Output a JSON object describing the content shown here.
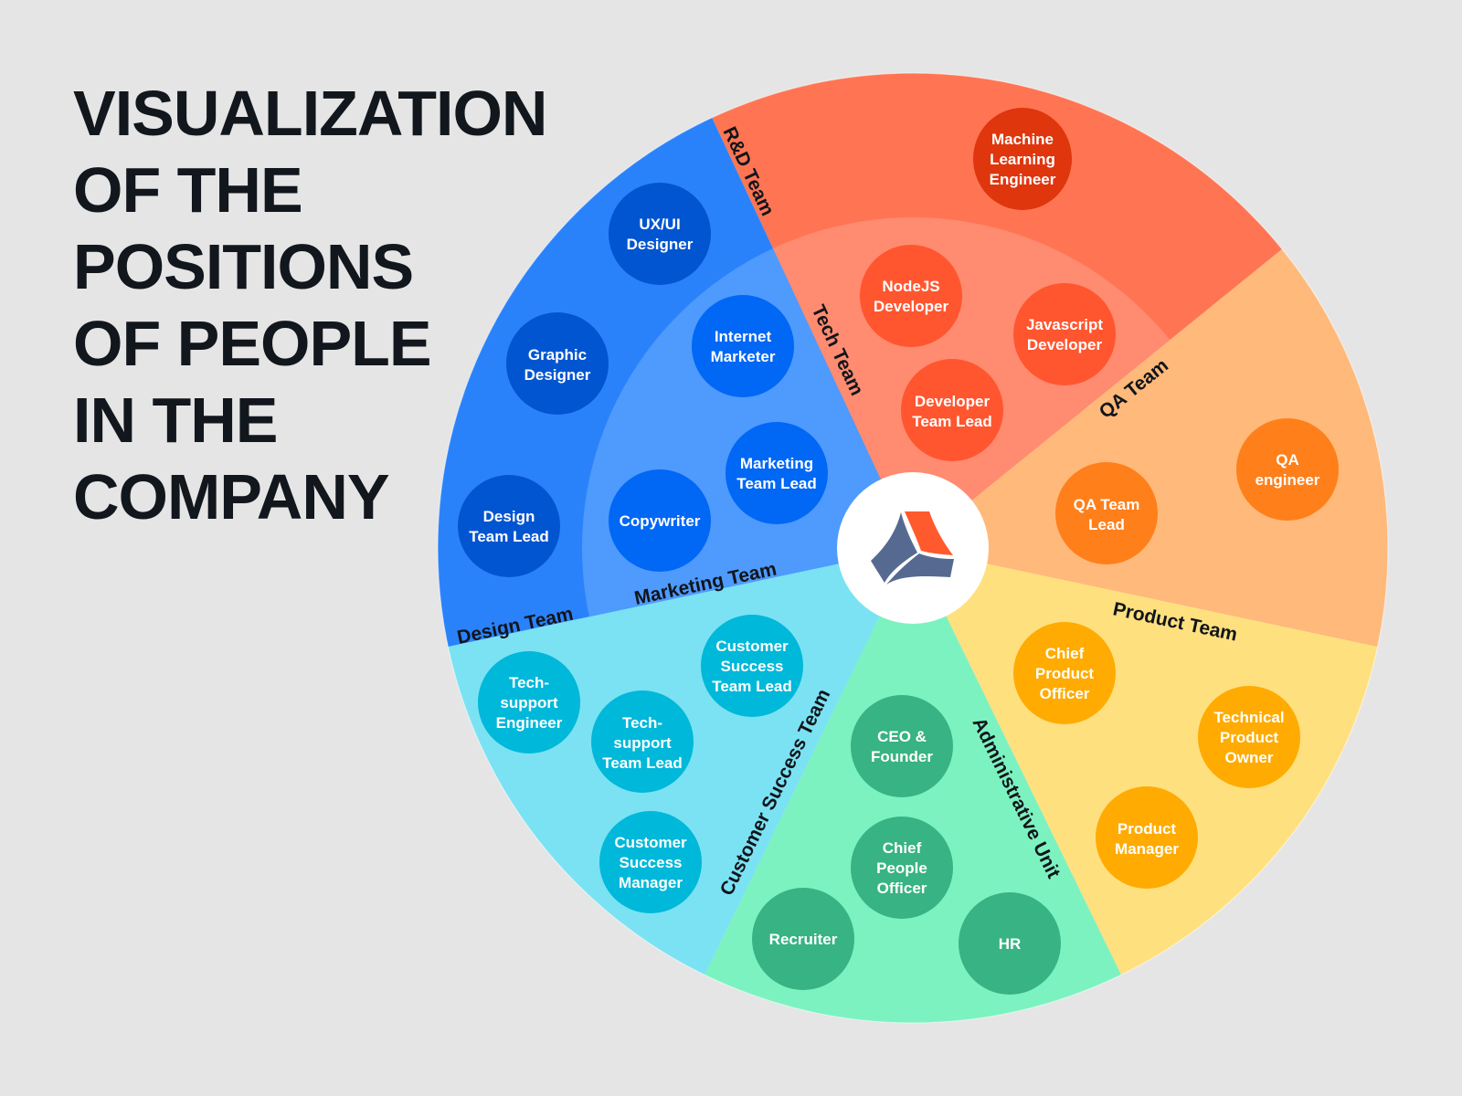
{
  "title": {
    "lines": [
      "VISUALIZATION",
      "OF THE",
      "POSITIONS",
      "OF PEOPLE",
      "IN THE",
      "COMPANY"
    ]
  },
  "colors": {
    "background": "#e5e5e5",
    "title": "#12161d",
    "logo_dark": "#566a91",
    "logo_accent": "#ff5a2e"
  },
  "center_logo": {
    "icon": "company-logo-icon"
  },
  "teams": [
    {
      "id": "design",
      "label": "Design Team",
      "color": "#2a82fb",
      "bubble_color": "#0255d0",
      "roles": [
        "UX/UI Designer",
        "Graphic Designer",
        "Design Team Lead"
      ]
    },
    {
      "id": "marketing",
      "label": "Marketing Team",
      "color": "#4e9afd",
      "bubble_color": "#0167f5",
      "roles": [
        "Internet Marketer",
        "Marketing Team Lead",
        "Copywriter"
      ]
    },
    {
      "id": "rnd",
      "label": "R&D Team",
      "color": "#ff7553",
      "bubble_color": "#df360d",
      "roles": [
        "Machine Learning Engineer"
      ]
    },
    {
      "id": "tech",
      "label": "Tech Team",
      "color": "#ff8b70",
      "bubble_color": "#ff5630",
      "roles": [
        "NodeJS Developer",
        "Javascript Developer",
        "Developer Team Lead"
      ]
    },
    {
      "id": "qa",
      "label": "QA Team",
      "color": "#ffb97a",
      "bubble_color": "#ff7f1a",
      "roles": [
        "QA Team Lead",
        "QA engineer"
      ]
    },
    {
      "id": "product",
      "label": "Product Team",
      "color": "#ffe07f",
      "bubble_color": "#ffab02",
      "roles": [
        "Chief Product Officer",
        "Technical Product Owner",
        "Product Manager"
      ]
    },
    {
      "id": "admin",
      "label": "Administrative Unit",
      "color": "#7cf2c0",
      "bubble_color": "#38b383",
      "roles": [
        "CEO & Founder",
        "Chief People Officer",
        "Recruiter",
        "HR"
      ]
    },
    {
      "id": "cs",
      "label": "Customer Success Team",
      "color": "#7ae2f3",
      "bubble_color": "#00b8d9",
      "roles": [
        "Customer Success Team Lead",
        "Tech-support Engineer",
        "Tech-support Team Lead",
        "Customer Success Manager"
      ]
    }
  ],
  "bubbles": {
    "ux_ui": [
      "UX/UI",
      "Designer"
    ],
    "graphic": [
      "Graphic",
      "Designer"
    ],
    "design_lead": [
      "Design",
      "Team Lead"
    ],
    "internet_marketer": [
      "Internet",
      "Marketer"
    ],
    "marketing_lead": [
      "Marketing",
      "Team Lead"
    ],
    "copywriter": [
      "Copywriter"
    ],
    "ml_engineer": [
      "Machine",
      "Learning",
      "Engineer"
    ],
    "nodejs": [
      "NodeJS",
      "Developer"
    ],
    "javascript": [
      "Javascript",
      "Developer"
    ],
    "dev_lead": [
      "Developer",
      "Team Lead"
    ],
    "qa_lead": [
      "QA Team",
      "Lead"
    ],
    "qa_engineer": [
      "QA",
      "engineer"
    ],
    "cpo": [
      "Chief",
      "Product",
      "Officer"
    ],
    "tpo": [
      "Technical",
      "Product",
      "Owner"
    ],
    "pm": [
      "Product",
      "Manager"
    ],
    "ceo": [
      "CEO &",
      "Founder"
    ],
    "chief_people": [
      "Chief",
      "People",
      "Officer"
    ],
    "recruiter": [
      "Recruiter"
    ],
    "hr": [
      "HR"
    ],
    "cs_lead": [
      "Customer",
      "Success",
      "Team Lead"
    ],
    "ts_engineer": [
      "Tech-",
      "support",
      "Engineer"
    ],
    "ts_lead": [
      "Tech-",
      "support",
      "Team Lead"
    ],
    "cs_manager": [
      "Customer",
      "Success",
      "Manager"
    ]
  }
}
